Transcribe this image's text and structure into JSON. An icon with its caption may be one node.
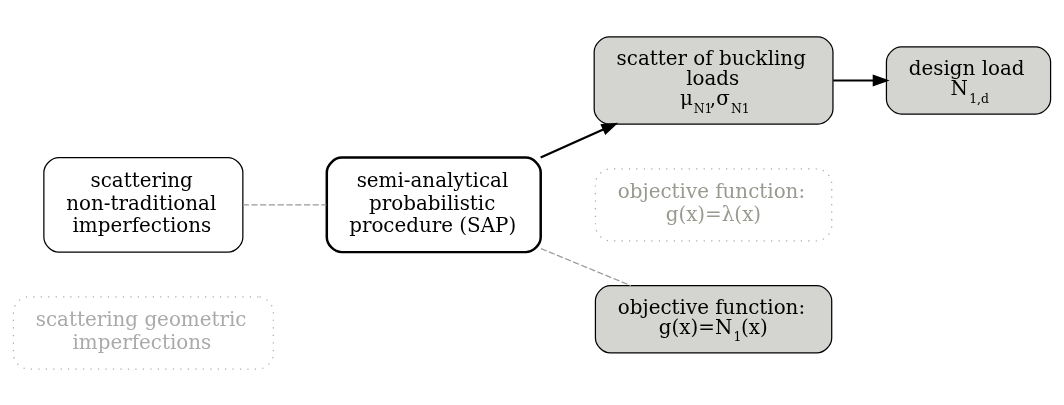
{
  "diagram": {
    "nodes": [
      {
        "text": [
          "scattering geometric imperfections"
        ]
      },
      {
        "text": [
          "scattering non-traditional imperfections"
        ]
      },
      {
        "text": [
          "semi-analytical probabilistic procedure (SAP)"
        ]
      },
      {
        "text": [
          "scatter of buckling loads",
          "μ$_{N1}$,σ$_{N1}$"
        ]
      },
      {
        "text": [
          "design load",
          "N$_{1,d}$"
        ]
      },
      {
        "text": [
          "objective function:",
          "g(x)=λ(x)"
        ]
      },
      {
        "text": [
          "objective function:",
          "g(x)=N$_{1}$(x)"
        ]
      }
    ],
    "edges": [
      {
        "from": 1,
        "to": 2,
        "arrow": "none",
        "style": "dashed",
        "color": "#999999"
      },
      {
        "from": 2,
        "to": 3,
        "arrow": "to",
        "color": "#000000"
      },
      {
        "from": 3,
        "to": 4,
        "arrow": "to",
        "color": "#000000"
      },
      {
        "from": 2,
        "to": 6,
        "arrow": "none",
        "style": "dashed",
        "color": "#999999"
      }
    ]
  }
}
